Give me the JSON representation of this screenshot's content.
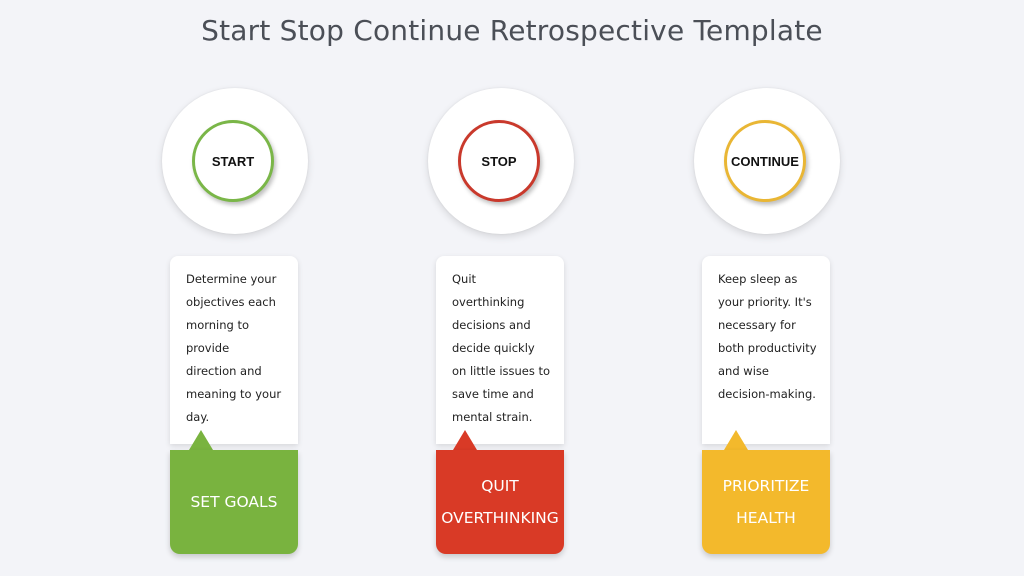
{
  "title": "Start Stop Continue Retrospective Template",
  "colors": {
    "start": "#79b33f",
    "stop": "#d93a26",
    "continue": "#f3b92c",
    "start_ring": "#7ab648",
    "stop_ring": "#c9392c",
    "continue_ring": "#e9b634"
  },
  "columns": [
    {
      "heading": "START",
      "text": "Determine your objectives each morning to provide direction and meaning to your day.",
      "footer": "SET GOALS"
    },
    {
      "heading": "STOP",
      "text": "Quit overthinking decisions and decide quickly on little issues to save time and mental strain.",
      "footer": "QUIT\nOVERTHINKING"
    },
    {
      "heading": "CONTINUE",
      "text": "Keep sleep as your priority. It's necessary for both productivity and wise decision-making.",
      "footer": "PRIORITIZE\nHEALTH"
    }
  ]
}
